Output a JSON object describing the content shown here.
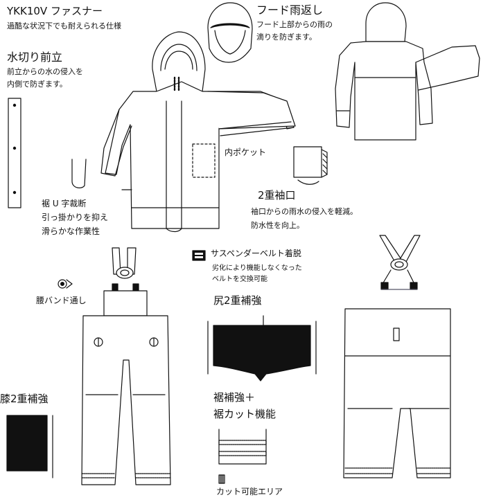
{
  "zipper": {
    "title": "YKK10V ファスナー",
    "desc": "過酷な状況下でも耐えられる仕様"
  },
  "hood_flap": {
    "title": "フード雨返し",
    "desc1": "フード上部からの雨の",
    "desc2": "滴りを防ぎます。"
  },
  "front_flap": {
    "title": "水切り前立",
    "desc1": "前立からの水の侵入を",
    "desc2": "内側で防ぎます。"
  },
  "hem_cut": {
    "line1": "裾 U 字裁断",
    "line2": "引っ掛かりを抑え",
    "line3": "滑らかな作業性"
  },
  "inner_pocket": {
    "label": "内ポケット"
  },
  "double_cuff": {
    "title": "2重袖口",
    "desc1": "袖口からの雨水の侵入を軽減。",
    "desc2": "防水性を向上。"
  },
  "suspender": {
    "title": "サスペンダーベルト着脱",
    "desc1": "劣化により機能しなくなった",
    "desc2": "ベルトを交換可能"
  },
  "waist_band": {
    "label": "腰バンド通し"
  },
  "seat_reinforce": {
    "label": "尻2重補強"
  },
  "knee_reinforce": {
    "label": "膝2重補強"
  },
  "hem_reinforce": {
    "line1": "裾補強＋",
    "line2": "裾カット機能"
  },
  "cut_area": {
    "label": "カット可能エリア"
  }
}
